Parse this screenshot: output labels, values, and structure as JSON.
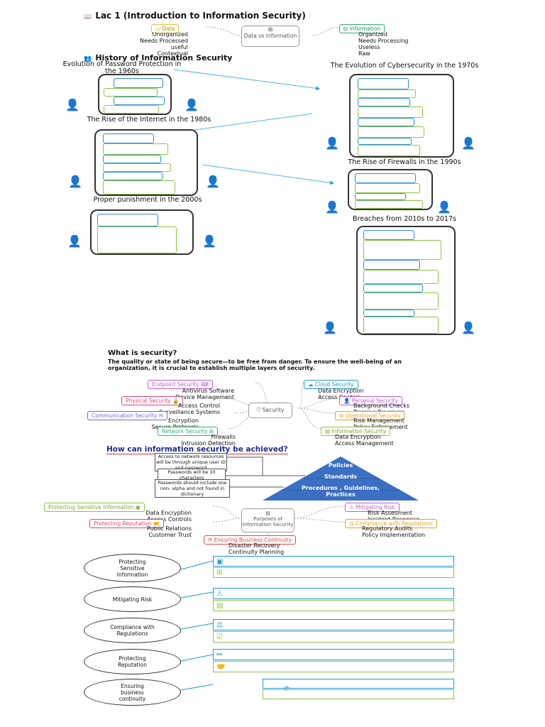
{
  "title": "Lac 1 (Introduction to Information Security)",
  "data_vs_info": {
    "hub": "Data vs Information",
    "left_tag": "Data",
    "left_items": [
      "Unorganized",
      "Needs Processed",
      "useful",
      "Contextual"
    ],
    "right_tag": "Information",
    "right_items": [
      "Organized",
      "Needs Processing",
      "Useless",
      "Raw"
    ]
  },
  "history": {
    "heading": "History of Information Security",
    "sections": [
      "Evolution of Password Protection in the 1960s",
      "The Evolution of Cybersecurity in the 1970s",
      "The Rise of the Internet in the 1980s",
      "The Rise of Firewalls in the 1990s",
      "Proper punishment in the 2000s",
      "Breaches from 2010s to 2017s"
    ]
  },
  "security": {
    "question": "What is security?",
    "definition": "The quality or state of being secure—to be free from danger. To ensure the well-being of an organization, it is crucial to establish multiple layers of security.",
    "hub": "Security",
    "left": [
      {
        "tag": "Endpoint Security",
        "items": [
          "Antivirus Software",
          "Device Management"
        ],
        "color": "#c05ad6"
      },
      {
        "tag": "Physical Security",
        "items": [
          "Access Control",
          "Surveillance Systems"
        ],
        "color": "#e0447a"
      },
      {
        "tag": "Communication Security",
        "items": [
          "Encryption",
          "Secure Protocols"
        ],
        "color": "#6a6ad6"
      },
      {
        "tag": "Network Security",
        "items": [
          "Firewalls",
          "Intrusion Detection"
        ],
        "color": "#2bb673"
      }
    ],
    "right": [
      {
        "tag": "Cloud Security",
        "items": [
          "Data Encryption",
          "Access Control"
        ],
        "color": "#1a9ad6"
      },
      {
        "tag": "Personal Security",
        "items": [
          "Background Checks",
          "Training Programs"
        ],
        "color": "#c05ad6"
      },
      {
        "tag": "Operational Security",
        "items": [
          "Risk Management",
          "Policy Enforcement"
        ],
        "color": "#e8a317"
      },
      {
        "tag": "Information Security",
        "items": [
          "Data Encryption",
          "Access Management"
        ],
        "color": "#8cc63f"
      }
    ]
  },
  "achieved": {
    "heading": "How can information security be achieved?",
    "layers": [
      "Policies",
      "Standards",
      "Procedures , Guidelines, Practices"
    ],
    "notes": [
      "Access to network resources will be through unique user ID and password",
      "Passwords will be 10 characters",
      "Passwords should include one non- alpha and not found in dictionary"
    ]
  },
  "purposes": {
    "hub": "Purposes of Information Security",
    "left": [
      {
        "tag": "Protecting Sensitive Information",
        "items": [
          "Data Encryption",
          "Access Controls"
        ],
        "color": "#8cc63f"
      },
      {
        "tag": "Protecting Reputation",
        "items": [
          "Public Relations",
          "Customer Trust"
        ],
        "color": "#e0447a"
      }
    ],
    "right": [
      {
        "tag": "Mitigating Risk",
        "items": [
          "Risk Assesment",
          "Incident Response"
        ],
        "color": "#c05ad6"
      },
      {
        "tag": "Compliance with Regulations",
        "items": [
          "Regulatory Audits",
          "Policy Implementation"
        ],
        "color": "#e8a317"
      }
    ],
    "bottom": {
      "tag": "Ensuring Business Continuity",
      "items": [
        "Disaster Recovery",
        "Continuity Planning"
      ],
      "color": "#e04848"
    }
  },
  "details": [
    "Protecting Sensitive Information",
    "Mitigating Risk",
    "Compliance with Regulations",
    "Protecting Reputation",
    "Ensuring business continuity"
  ]
}
